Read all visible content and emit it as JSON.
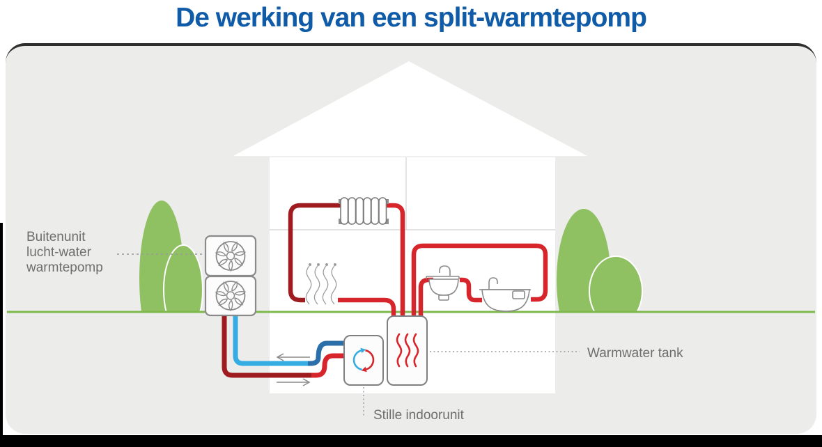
{
  "title": "De werking van een split-warmtepomp",
  "labels": {
    "outdoor_unit_line1": "Buitenunit",
    "outdoor_unit_line2": "lucht-water",
    "outdoor_unit_line3": "warmtepomp",
    "warmwater_tank": "Warmwater tank",
    "indoor_unit": "Stille indoorunit"
  },
  "icons": {
    "outdoor_fan": "fan-icon",
    "radiator": "radiator-icon",
    "floor_heating": "heat-wave-icon",
    "sink": "sink-icon",
    "bathtub": "bathtub-icon",
    "tank_heat": "hot-water-waves-icon",
    "indoor_cycle": "refrigerant-cycle-icon",
    "flow_left": "arrow-left-icon",
    "flow_right": "arrow-right-icon"
  },
  "colors": {
    "title_blue": "#0f5ba8",
    "pipe_dark_red": "#9e1b20",
    "pipe_bright_red": "#d6252b",
    "pipe_light_blue": "#35ace2",
    "pipe_dark_blue": "#2b6faa",
    "tree_green": "#8fc061",
    "ground_green": "#7fb84c",
    "label_gray": "#6e6e6d",
    "card_background": "#ececeb"
  }
}
